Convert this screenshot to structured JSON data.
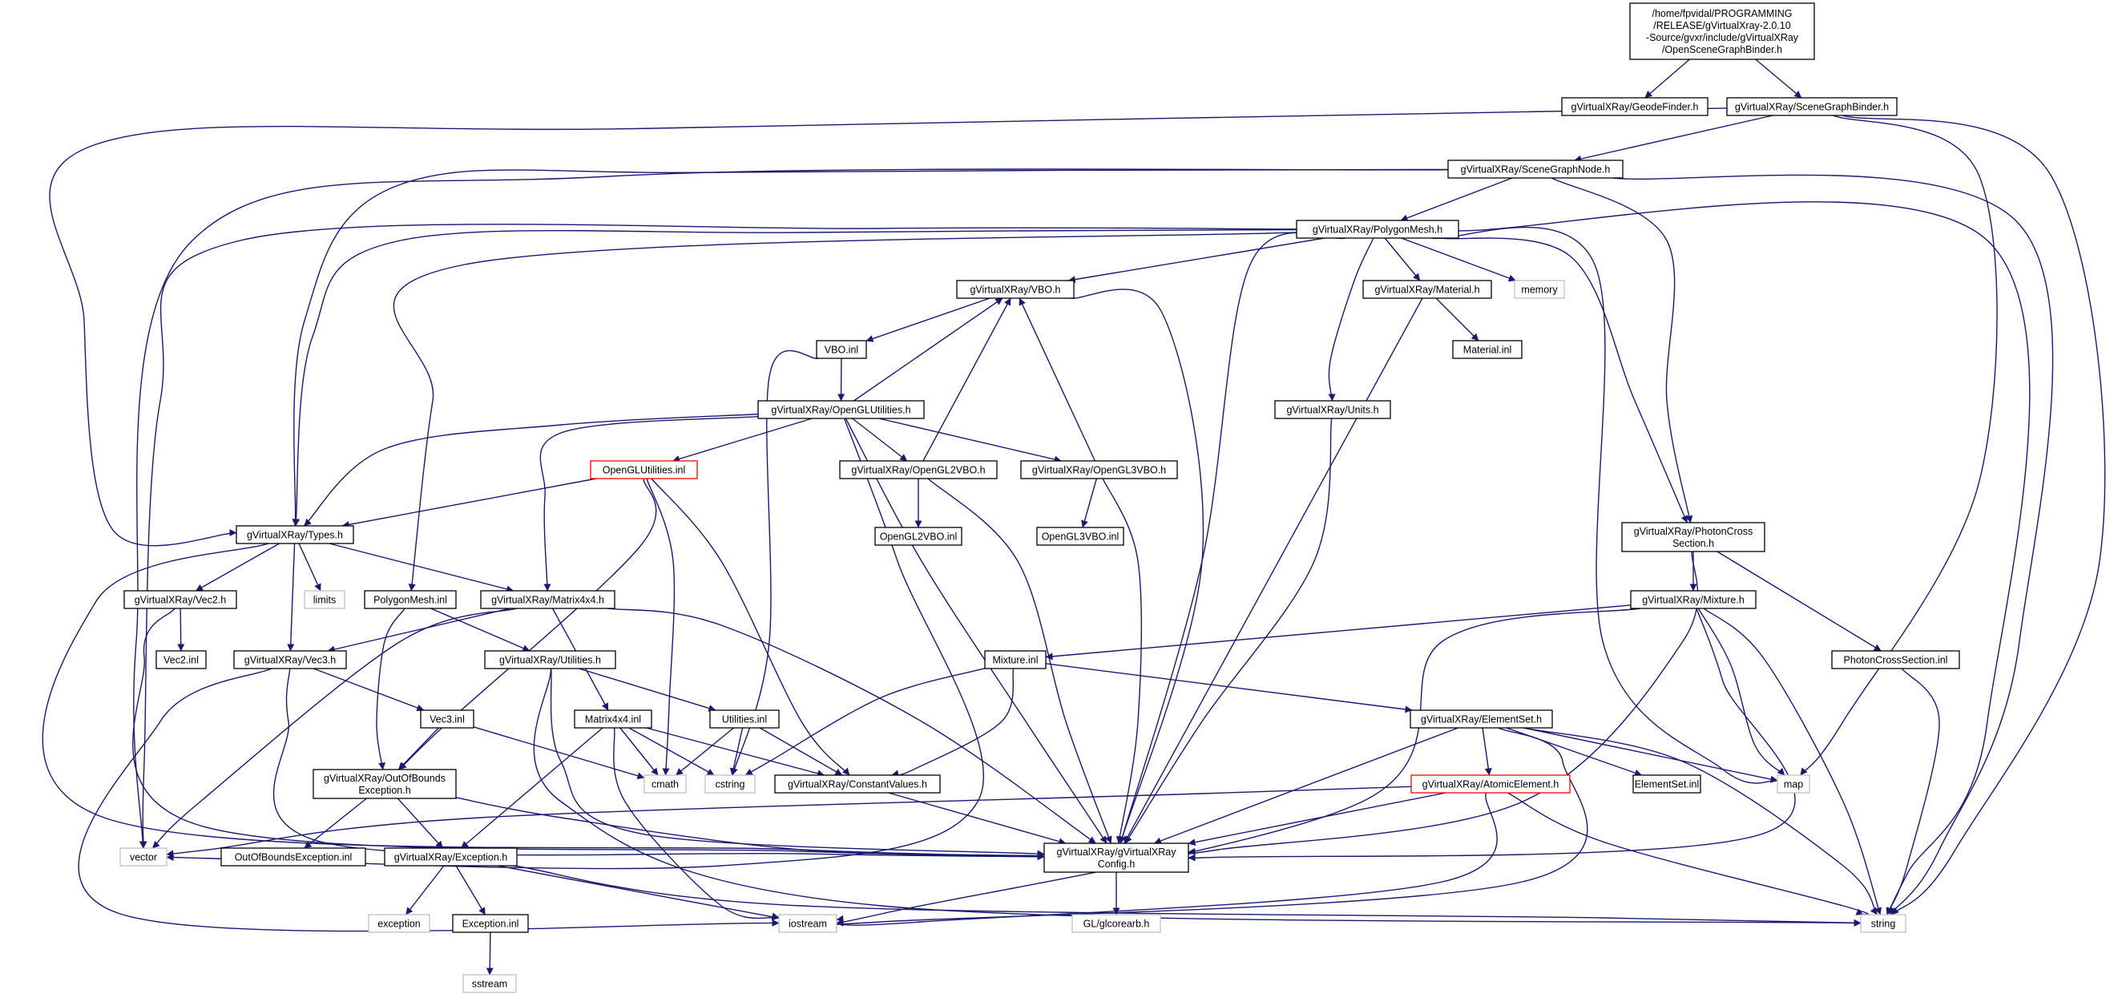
{
  "colors": {
    "edge": "#191970",
    "border_normal": "#000000",
    "border_system": "#bfbfbf",
    "border_truncated": "#ff0000",
    "root_fill": "#bfbfbf"
  },
  "nodes": [
    {
      "id": "root",
      "lines": [
        "/home/fpvidal/PROGRAMMING",
        "/RELEASE/gVirtualXray-2.0.10",
        "-Source/gvxr/include/gVirtualXRay",
        "/OpenSceneGraphBinder.h"
      ],
      "style": "root"
    },
    {
      "id": "geodefinder",
      "lines": [
        "gVirtualXRay/GeodeFinder.h"
      ],
      "style": "normal"
    },
    {
      "id": "scenegraphbinder",
      "lines": [
        "gVirtualXRay/SceneGraphBinder.h"
      ],
      "style": "normal"
    },
    {
      "id": "scenegraphnode",
      "lines": [
        "gVirtualXRay/SceneGraphNode.h"
      ],
      "style": "normal"
    },
    {
      "id": "polygonmesh",
      "lines": [
        "gVirtualXRay/PolygonMesh.h"
      ],
      "style": "normal"
    },
    {
      "id": "vboh",
      "lines": [
        "gVirtualXRay/VBO.h"
      ],
      "style": "normal"
    },
    {
      "id": "materialh",
      "lines": [
        "gVirtualXRay/Material.h"
      ],
      "style": "normal"
    },
    {
      "id": "memory",
      "lines": [
        "memory"
      ],
      "style": "system"
    },
    {
      "id": "materialinl",
      "lines": [
        "Material.inl"
      ],
      "style": "normal"
    },
    {
      "id": "vboinl",
      "lines": [
        "VBO.inl"
      ],
      "style": "normal"
    },
    {
      "id": "oglutilh",
      "lines": [
        "gVirtualXRay/OpenGLUtilities.h"
      ],
      "style": "normal"
    },
    {
      "id": "unitsh",
      "lines": [
        "gVirtualXRay/Units.h"
      ],
      "style": "normal"
    },
    {
      "id": "oglutilinl",
      "lines": [
        "OpenGLUtilities.inl"
      ],
      "style": "truncated"
    },
    {
      "id": "ogl2vboh",
      "lines": [
        "gVirtualXRay/OpenGL2VBO.h"
      ],
      "style": "normal"
    },
    {
      "id": "ogl3vboh",
      "lines": [
        "gVirtualXRay/OpenGL3VBO.h"
      ],
      "style": "normal"
    },
    {
      "id": "ogl2vboinl",
      "lines": [
        "OpenGL2VBO.inl"
      ],
      "style": "normal"
    },
    {
      "id": "ogl3vboinl",
      "lines": [
        "OpenGL3VBO.inl"
      ],
      "style": "normal"
    },
    {
      "id": "photonh",
      "lines": [
        "gVirtualXRay/PhotonCross",
        "Section.h"
      ],
      "style": "normal"
    },
    {
      "id": "typesh",
      "lines": [
        "gVirtualXRay/Types.h"
      ],
      "style": "normal"
    },
    {
      "id": "vec2h",
      "lines": [
        "gVirtualXRay/Vec2.h"
      ],
      "style": "normal"
    },
    {
      "id": "limits",
      "lines": [
        "limits"
      ],
      "style": "system"
    },
    {
      "id": "polymeshinl",
      "lines": [
        "PolygonMesh.inl"
      ],
      "style": "normal"
    },
    {
      "id": "matrixh",
      "lines": [
        "gVirtualXRay/Matrix4x4.h"
      ],
      "style": "normal"
    },
    {
      "id": "mixtureh",
      "lines": [
        "gVirtualXRay/Mixture.h"
      ],
      "style": "normal"
    },
    {
      "id": "vec2inl",
      "lines": [
        "Vec2.inl"
      ],
      "style": "normal"
    },
    {
      "id": "vec3h",
      "lines": [
        "gVirtualXRay/Vec3.h"
      ],
      "style": "normal"
    },
    {
      "id": "utilitiesh",
      "lines": [
        "gVirtualXRay/Utilities.h"
      ],
      "style": "normal"
    },
    {
      "id": "mixtureinl",
      "lines": [
        "Mixture.inl"
      ],
      "style": "normal"
    },
    {
      "id": "photoninl",
      "lines": [
        "PhotonCrossSection.inl"
      ],
      "style": "normal"
    },
    {
      "id": "vec3inl",
      "lines": [
        "Vec3.inl"
      ],
      "style": "normal"
    },
    {
      "id": "matrixinl",
      "lines": [
        "Matrix4x4.inl"
      ],
      "style": "normal"
    },
    {
      "id": "utilitiesinl",
      "lines": [
        "Utilities.inl"
      ],
      "style": "normal"
    },
    {
      "id": "elementseth",
      "lines": [
        "gVirtualXRay/ElementSet.h"
      ],
      "style": "normal"
    },
    {
      "id": "cmath",
      "lines": [
        "cmath"
      ],
      "style": "system"
    },
    {
      "id": "cstring",
      "lines": [
        "cstring"
      ],
      "style": "system"
    },
    {
      "id": "outofboundsh",
      "lines": [
        "gVirtualXRay/OutOfBounds",
        "Exception.h"
      ],
      "style": "normal"
    },
    {
      "id": "constantsh",
      "lines": [
        "gVirtualXRay/ConstantValues.h"
      ],
      "style": "normal"
    },
    {
      "id": "atomich",
      "lines": [
        "gVirtualXRay/AtomicElement.h"
      ],
      "style": "truncated"
    },
    {
      "id": "elementsetinl",
      "lines": [
        "ElementSet.inl"
      ],
      "style": "normal"
    },
    {
      "id": "map",
      "lines": [
        "map"
      ],
      "style": "system"
    },
    {
      "id": "vector",
      "lines": [
        "vector"
      ],
      "style": "system"
    },
    {
      "id": "outofboundsinl",
      "lines": [
        "OutOfBoundsException.inl"
      ],
      "style": "normal"
    },
    {
      "id": "exceptionh",
      "lines": [
        "gVirtualXRay/Exception.h"
      ],
      "style": "normal"
    },
    {
      "id": "configh",
      "lines": [
        "gVirtualXRay/gVirtualXRay",
        "Config.h"
      ],
      "style": "normal"
    },
    {
      "id": "exception",
      "lines": [
        "exception"
      ],
      "style": "system"
    },
    {
      "id": "exceptioninl",
      "lines": [
        "Exception.inl"
      ],
      "style": "normal"
    },
    {
      "id": "iostream",
      "lines": [
        "iostream"
      ],
      "style": "system"
    },
    {
      "id": "glcorearb",
      "lines": [
        "GL/glcorearb.h"
      ],
      "style": "system"
    },
    {
      "id": "string",
      "lines": [
        "string"
      ],
      "style": "system"
    },
    {
      "id": "sstream",
      "lines": [
        "sstream"
      ],
      "style": "system"
    }
  ],
  "edges": [
    [
      "root",
      "geodefinder"
    ],
    [
      "root",
      "scenegraphbinder"
    ],
    [
      "scenegraphbinder",
      "scenegraphnode"
    ],
    [
      "scenegraphbinder",
      "typesh"
    ],
    [
      "scenegraphbinder",
      "map"
    ],
    [
      "scenegraphbinder",
      "string"
    ],
    [
      "scenegraphnode",
      "polygonmesh"
    ],
    [
      "scenegraphnode",
      "typesh"
    ],
    [
      "scenegraphnode",
      "photonh"
    ],
    [
      "scenegraphnode",
      "vector"
    ],
    [
      "scenegraphnode",
      "string"
    ],
    [
      "polygonmesh",
      "vboh"
    ],
    [
      "polygonmesh",
      "materialh"
    ],
    [
      "polygonmesh",
      "memory"
    ],
    [
      "polygonmesh",
      "unitsh"
    ],
    [
      "polygonmesh",
      "photonh"
    ],
    [
      "polygonmesh",
      "typesh"
    ],
    [
      "polygonmesh",
      "polymeshinl"
    ],
    [
      "polygonmesh",
      "configh"
    ],
    [
      "polygonmesh",
      "map"
    ],
    [
      "polygonmesh",
      "string"
    ],
    [
      "polygonmesh",
      "vector"
    ],
    [
      "vboh",
      "vboinl"
    ],
    [
      "vboh",
      "configh"
    ],
    [
      "materialh",
      "materialinl"
    ],
    [
      "materialh",
      "configh"
    ],
    [
      "vboinl",
      "oglutilh"
    ],
    [
      "vboinl",
      "cstring"
    ],
    [
      "oglutilh",
      "vboh"
    ],
    [
      "oglutilh",
      "oglutilinl"
    ],
    [
      "oglutilh",
      "ogl2vboh"
    ],
    [
      "oglutilh",
      "ogl3vboh"
    ],
    [
      "oglutilh",
      "typesh"
    ],
    [
      "oglutilh",
      "matrixh"
    ],
    [
      "oglutilh",
      "configh"
    ],
    [
      "oglutilh",
      "vector"
    ],
    [
      "oglutilinl",
      "typesh"
    ],
    [
      "oglutilinl",
      "cmath"
    ],
    [
      "oglutilinl",
      "constantsh"
    ],
    [
      "oglutilinl",
      "outofboundsh"
    ],
    [
      "ogl2vboh",
      "vboh"
    ],
    [
      "ogl2vboh",
      "ogl2vboinl"
    ],
    [
      "ogl2vboh",
      "configh"
    ],
    [
      "ogl3vboh",
      "vboh"
    ],
    [
      "ogl3vboh",
      "ogl3vboinl"
    ],
    [
      "ogl3vboh",
      "configh"
    ],
    [
      "unitsh",
      "configh"
    ],
    [
      "photonh",
      "mixtureh"
    ],
    [
      "photonh",
      "photoninl"
    ],
    [
      "photonh",
      "configh"
    ],
    [
      "typesh",
      "vec2h"
    ],
    [
      "typesh",
      "limits"
    ],
    [
      "typesh",
      "vec3h"
    ],
    [
      "typesh",
      "matrixh"
    ],
    [
      "typesh",
      "configh"
    ],
    [
      "vec2h",
      "vec2inl"
    ],
    [
      "vec2h",
      "configh"
    ],
    [
      "polymeshinl",
      "utilitiesh"
    ],
    [
      "polymeshinl",
      "outofboundsh"
    ],
    [
      "matrixh",
      "vec3h"
    ],
    [
      "matrixh",
      "matrixinl"
    ],
    [
      "matrixh",
      "configh"
    ],
    [
      "matrixh",
      "vector"
    ],
    [
      "mixtureh",
      "mixtureinl"
    ],
    [
      "mixtureh",
      "map"
    ],
    [
      "mixtureh",
      "string"
    ],
    [
      "mixtureh",
      "configh"
    ],
    [
      "mixtureh",
      "iostream"
    ],
    [
      "vec3h",
      "vec3inl"
    ],
    [
      "vec3h",
      "configh"
    ],
    [
      "vec3h",
      "iostream"
    ],
    [
      "utilitiesh",
      "utilitiesinl"
    ],
    [
      "utilitiesh",
      "configh"
    ],
    [
      "utilitiesh",
      "string"
    ],
    [
      "mixtureinl",
      "elementseth"
    ],
    [
      "mixtureinl",
      "cstring"
    ],
    [
      "mixtureinl",
      "constantsh"
    ],
    [
      "photoninl",
      "string"
    ],
    [
      "vec3inl",
      "outofboundsh"
    ],
    [
      "vec3inl",
      "cmath"
    ],
    [
      "matrixinl",
      "exceptionh"
    ],
    [
      "matrixinl",
      "cmath"
    ],
    [
      "matrixinl",
      "cstring"
    ],
    [
      "matrixinl",
      "constantsh"
    ],
    [
      "matrixinl",
      "iostream"
    ],
    [
      "utilitiesinl",
      "cmath"
    ],
    [
      "utilitiesinl",
      "cstring"
    ],
    [
      "utilitiesinl",
      "constantsh"
    ],
    [
      "elementseth",
      "atomich"
    ],
    [
      "elementseth",
      "elementsetinl"
    ],
    [
      "elementseth",
      "map"
    ],
    [
      "elementseth",
      "configh"
    ],
    [
      "elementseth",
      "iostream"
    ],
    [
      "elementseth",
      "string"
    ],
    [
      "outofboundsh",
      "outofboundsinl"
    ],
    [
      "outofboundsh",
      "exceptionh"
    ],
    [
      "outofboundsh",
      "configh"
    ],
    [
      "constantsh",
      "configh"
    ],
    [
      "atomich",
      "configh"
    ],
    [
      "atomich",
      "vector"
    ],
    [
      "atomich",
      "iostream"
    ],
    [
      "atomich",
      "string"
    ],
    [
      "exceptionh",
      "exception"
    ],
    [
      "exceptionh",
      "exceptioninl"
    ],
    [
      "exceptionh",
      "iostream"
    ],
    [
      "exceptionh",
      "string"
    ],
    [
      "exceptioninl",
      "sstream"
    ],
    [
      "configh",
      "glcorearb"
    ]
  ]
}
